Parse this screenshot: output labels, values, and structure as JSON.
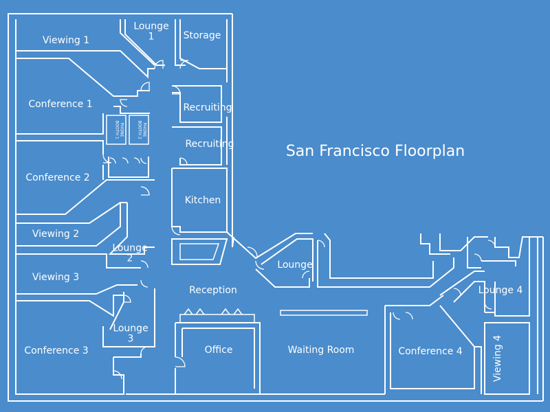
{
  "title": "San Francisco Floorplan",
  "colors": {
    "background": "#4a8ccc",
    "lines": "#ffffff"
  },
  "rooms": {
    "viewing_1": "Viewing 1",
    "lounge_1": "Lounge\n1",
    "storage": "Storage",
    "conference_1": "Conference 1",
    "recruiting_1": "Recruiting",
    "recruiting_2": "Recruiting",
    "phone_booth_1": "PHONE\nBOOTH 1",
    "phone_booth_2": "PHONE\nBOOTH 2",
    "conference_2": "Conference 2",
    "kitchen": "Kitchen",
    "viewing_2": "Viewing 2",
    "lounge_2": "Lounge\n2",
    "viewing_3": "Viewing 3",
    "reception": "Reception",
    "lounge_3": "Lounge\n3",
    "conference_3": "Conference 3",
    "office": "Office",
    "waiting_room": "Waiting Room",
    "lounge_center": "Lounge",
    "lounge_4": "Lounge 4",
    "conference_4": "Conference 4",
    "viewing_4": "Viewing 4"
  }
}
